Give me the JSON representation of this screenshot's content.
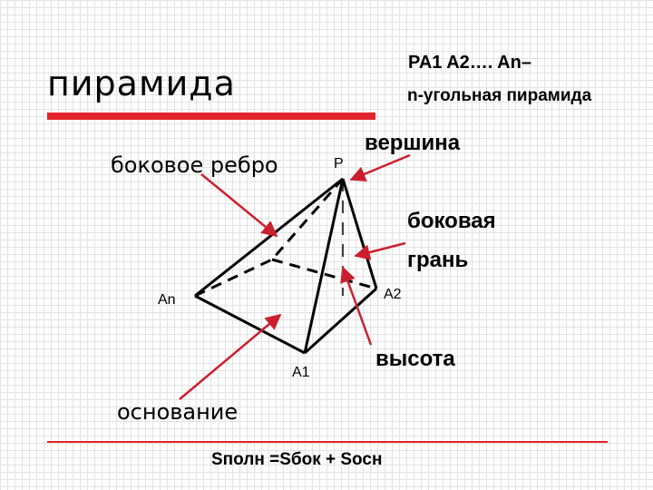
{
  "title": "пирамида",
  "heading": {
    "line1": "PA1 A2…. An–",
    "line2": "n-угольная пирамида"
  },
  "labels": {
    "lateral_edge": "боковое ребро",
    "apex_point": "P",
    "vertex": "вершина",
    "lateral_face_line1": "боковая",
    "lateral_face_line2": "грань",
    "an": "An",
    "a2": "A2",
    "a1": "A1",
    "height": "высота",
    "base": "основание"
  },
  "formula": "Sполн =Sбок + Sосн",
  "colors": {
    "accent": "#e3242b",
    "arrow": "#cc1f2e",
    "lines": "#000000"
  }
}
